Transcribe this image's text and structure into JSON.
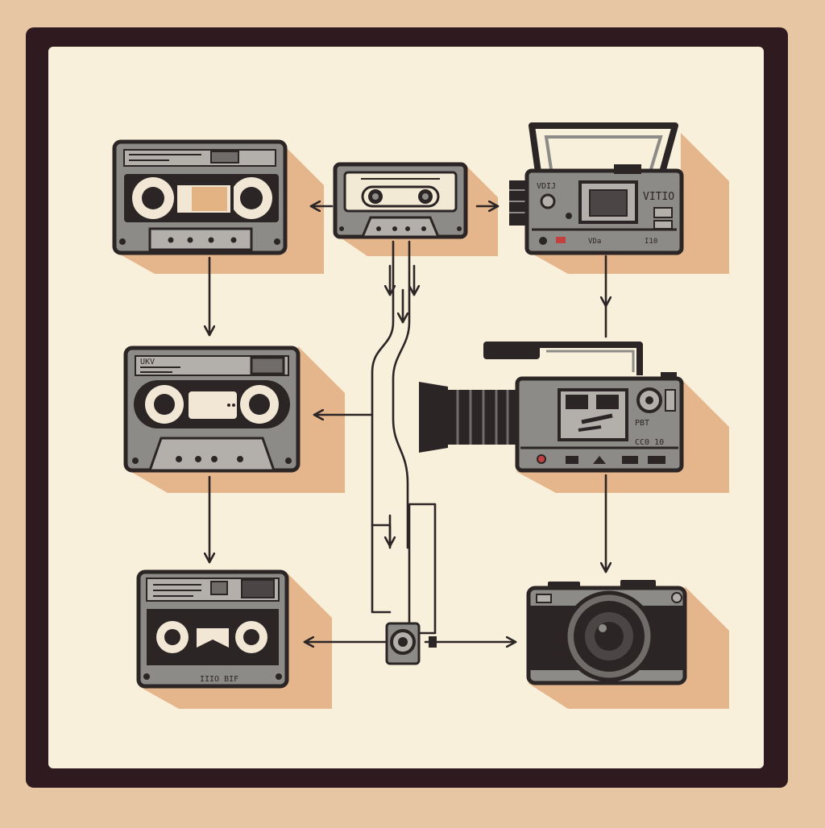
{
  "diagram": {
    "nodes": [
      {
        "id": "vhs-tape-top",
        "kind": "vhs-tape",
        "icon": "vhs-cassette-icon",
        "labels": []
      },
      {
        "id": "audio-cassette",
        "kind": "audio-cassette",
        "icon": "audio-cassette-icon",
        "labels": []
      },
      {
        "id": "vcr-deck",
        "kind": "vcr",
        "icon": "vcr-icon",
        "labels": [
          "VDIJ",
          "VITIO",
          "VDa",
          "I10"
        ]
      },
      {
        "id": "vhs-tape-middle",
        "kind": "vhs-tape",
        "icon": "vhs-cassette-icon",
        "labels": [
          "UKV"
        ]
      },
      {
        "id": "camcorder",
        "kind": "camcorder",
        "icon": "camcorder-icon",
        "labels": [
          "PBT",
          "CC0 10"
        ]
      },
      {
        "id": "tape-player",
        "kind": "tape-player",
        "icon": "tape-player-icon",
        "labels": [
          "IIIO BIF"
        ]
      },
      {
        "id": "compact-camera",
        "kind": "camera",
        "icon": "camera-icon",
        "labels": []
      },
      {
        "id": "connector-hub",
        "kind": "connector",
        "icon": "connector-icon",
        "labels": []
      }
    ],
    "edges": [
      {
        "from": "audio-cassette",
        "to": "vhs-tape-top"
      },
      {
        "from": "audio-cassette",
        "to": "vcr-deck"
      },
      {
        "from": "vhs-tape-top",
        "to": "vhs-tape-middle"
      },
      {
        "from": "vcr-deck",
        "to": "camcorder"
      },
      {
        "from": "audio-cassette",
        "to": "connector-hub"
      },
      {
        "from": "connector-hub",
        "to": "vhs-tape-middle"
      },
      {
        "from": "vhs-tape-middle",
        "to": "tape-player"
      },
      {
        "from": "camcorder",
        "to": "compact-camera"
      },
      {
        "from": "connector-hub",
        "to": "tape-player"
      },
      {
        "from": "connector-hub",
        "to": "compact-camera"
      }
    ]
  },
  "colors": {
    "background": "#e7c6a3",
    "frame": "#2f1b1f",
    "panel": "#f9f0dc",
    "device_body": "#8d8b88",
    "device_dark": "#2c2526",
    "device_light": "#b3b0ac",
    "shadow": "#e5b68c",
    "accent_red": "#c2403f"
  }
}
